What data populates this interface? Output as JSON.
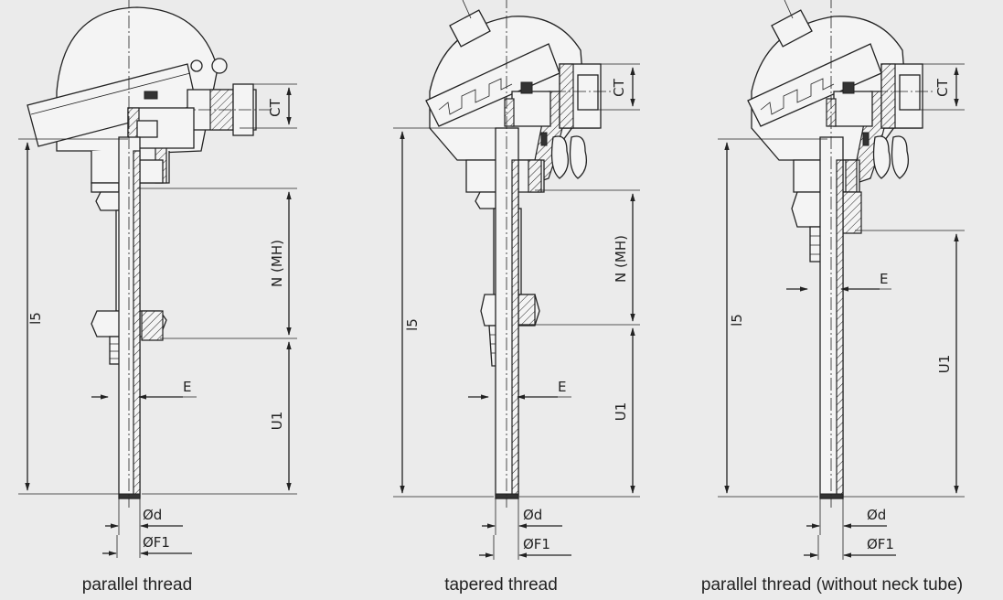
{
  "colors": {
    "background": "#ebebeb",
    "ink": "#222222"
  },
  "diagrams": [
    {
      "caption": "parallel thread",
      "labels": {
        "l5": "l5",
        "n": "N (MH)",
        "u1": "U1",
        "e": "E",
        "d": "Ød",
        "f1": "ØF1",
        "ct": "CT"
      }
    },
    {
      "caption": "tapered thread",
      "labels": {
        "l5": "l5",
        "n": "N (MH)",
        "u1": "U1",
        "e": "E",
        "d": "Ød",
        "f1": "ØF1",
        "ct": "CT"
      }
    },
    {
      "caption": "parallel thread (without neck tube)",
      "labels": {
        "l5": "l5",
        "u1": "U1",
        "e": "E",
        "d": "Ød",
        "f1": "ØF1",
        "ct": "CT"
      }
    }
  ]
}
